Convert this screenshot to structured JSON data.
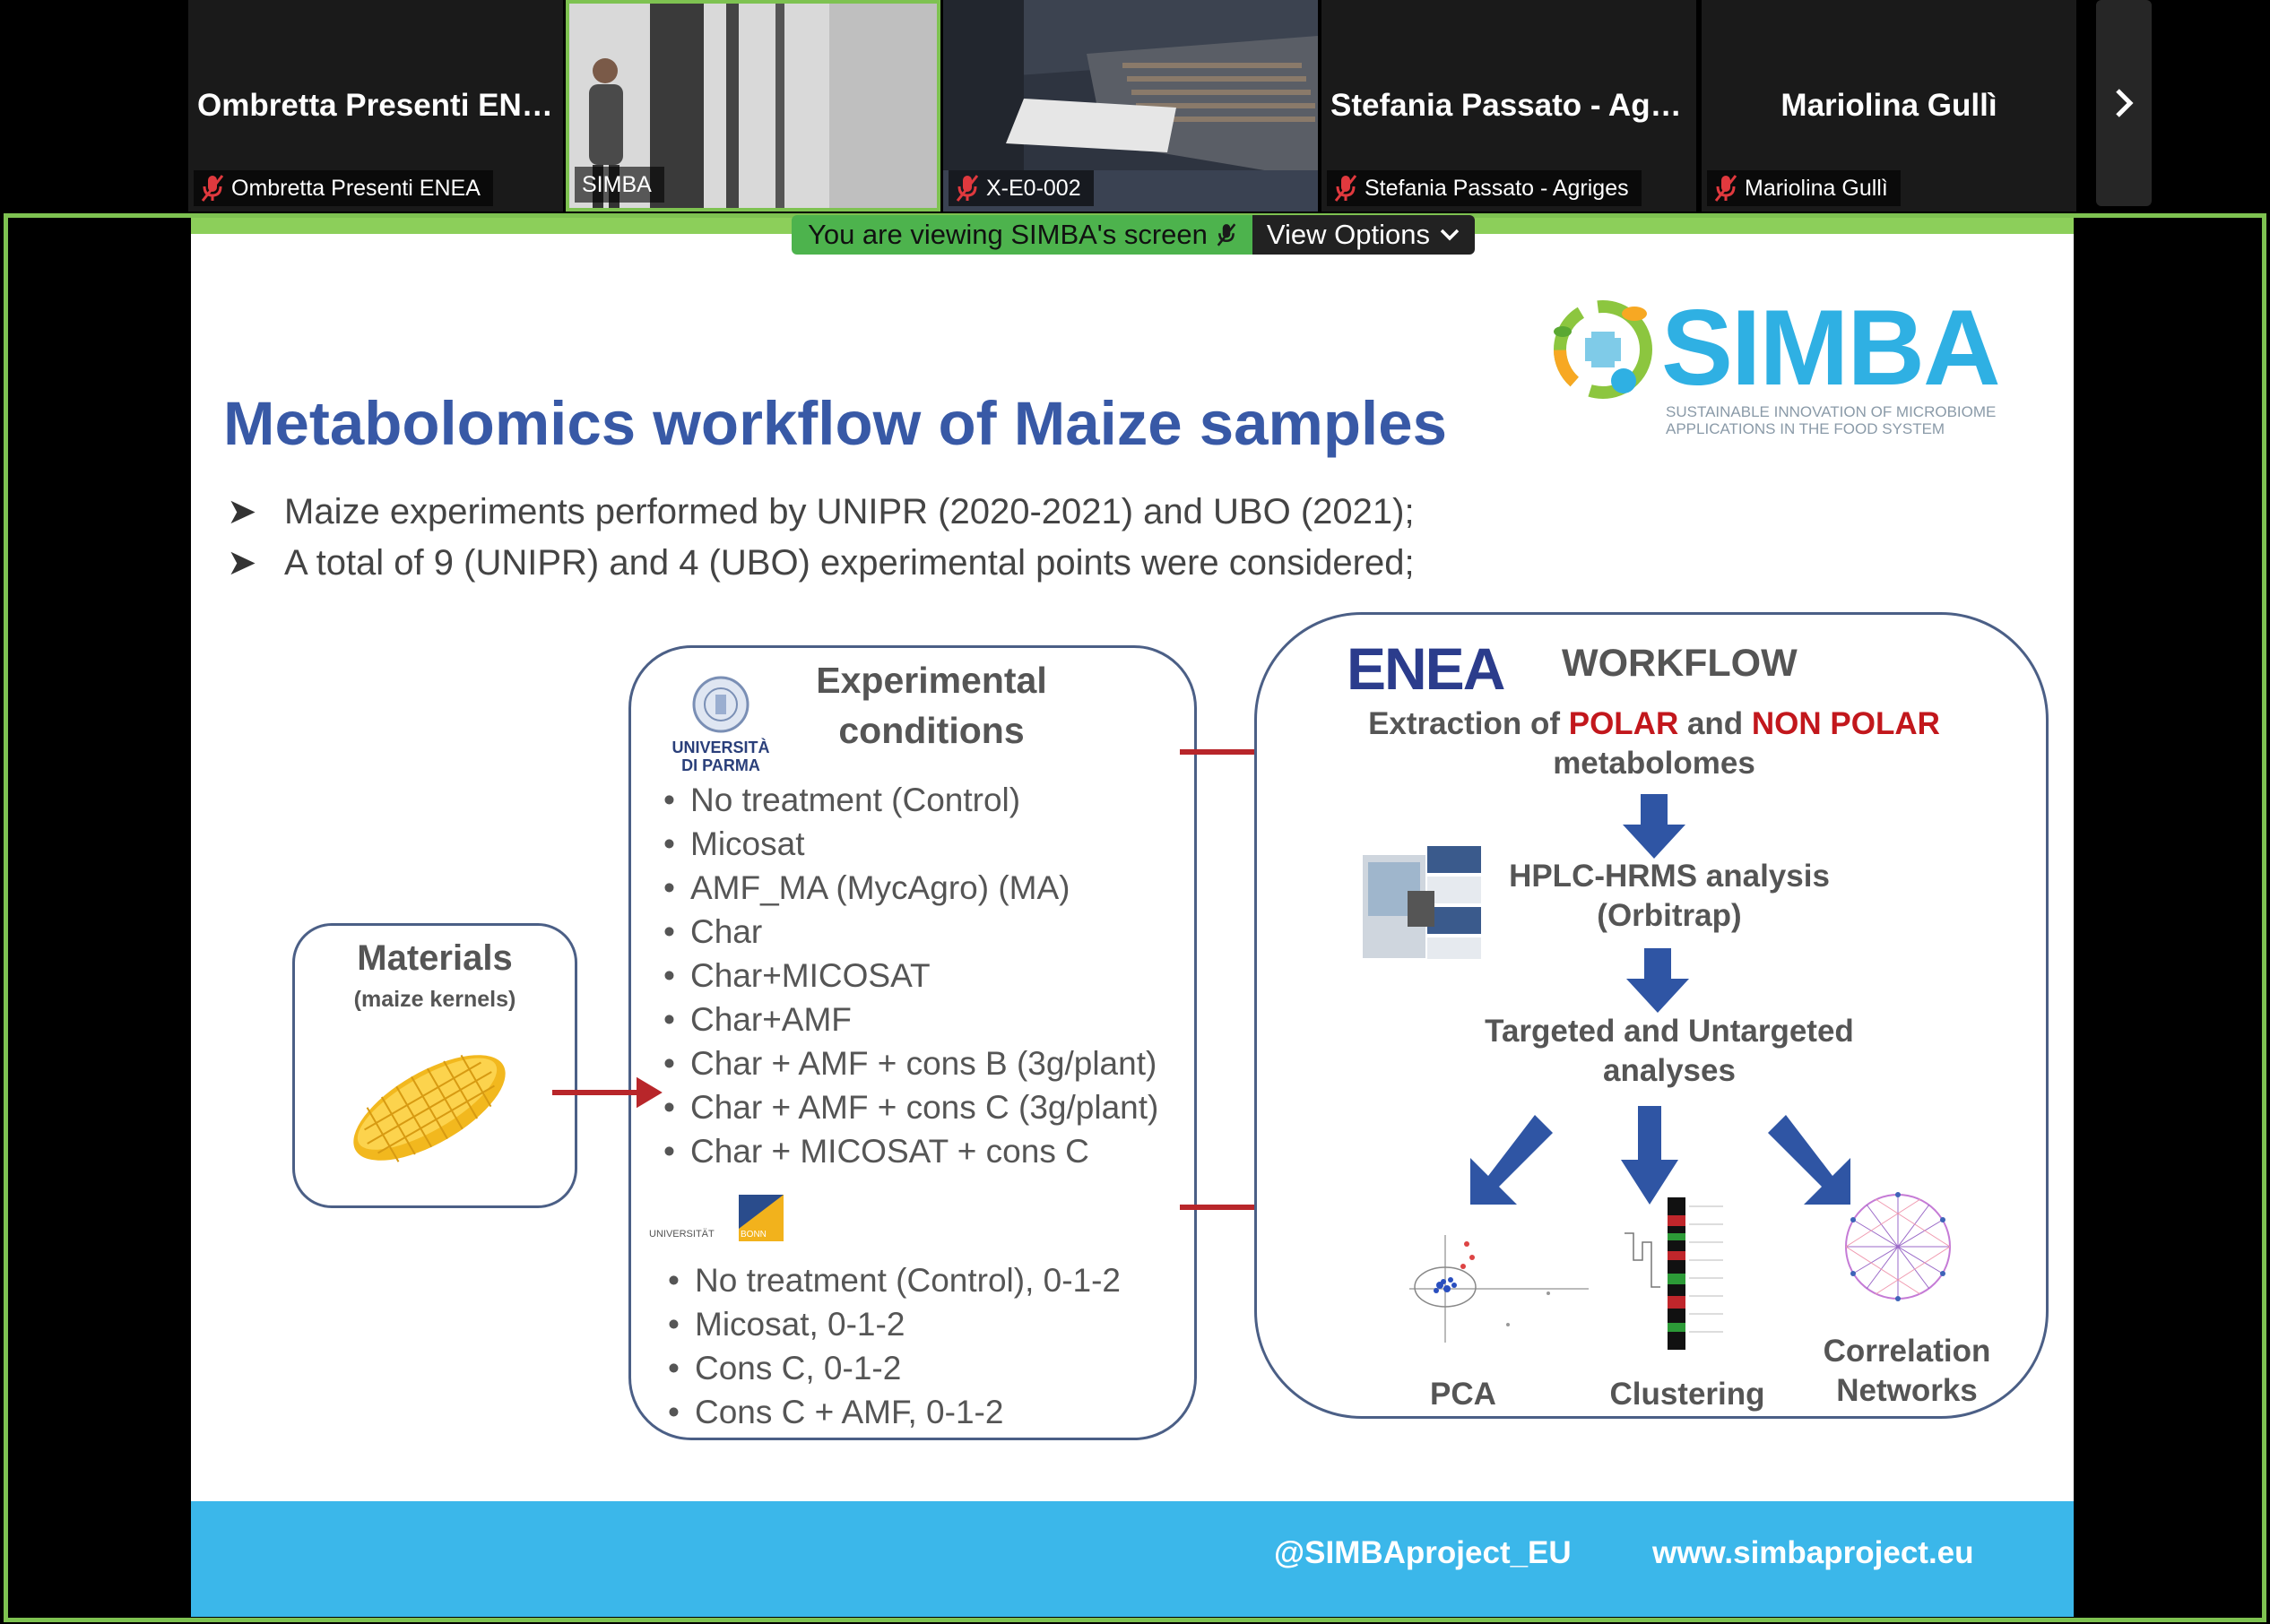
{
  "participants": [
    {
      "big_name": "Ombretta Presenti ENEA",
      "tag": "Ombretta Presenti ENEA",
      "muted": true,
      "video": false
    },
    {
      "big_name": "",
      "tag": "SIMBA",
      "muted": false,
      "video": true
    },
    {
      "big_name": "",
      "tag": "X-E0-002",
      "muted": true,
      "video": true
    },
    {
      "big_name": "Stefania Passato - Agri...",
      "tag": "Stefania Passato - Agriges",
      "muted": true,
      "video": false
    },
    {
      "big_name": "Mariolina Gullì",
      "tag": "Mariolina Gullì",
      "muted": true,
      "video": false
    }
  ],
  "share_banner": {
    "message": "You are viewing SIMBA's screen",
    "options_label": "View Options"
  },
  "slide": {
    "title": "Metabolomics workflow of Maize samples",
    "bullets": [
      "Maize experiments performed by UNIPR (2020-2021) and UBO (2021);",
      "A total of 9 (UNIPR) and 4 (UBO) experimental points were considered;"
    ],
    "logo": {
      "word": "SIMBA",
      "tagline_1": "SUSTAINABLE INNOVATION OF MICROBIOME",
      "tagline_2": "APPLICATIONS IN THE FOOD SYSTEM"
    },
    "materials": {
      "heading": "Materials",
      "sub": "(maize kernels)"
    },
    "conditions": {
      "heading_1": "Experimental",
      "heading_2": "conditions",
      "unipr_logo_1": "UNIVERSITÀ",
      "unipr_logo_2": "DI PARMA",
      "unipr": [
        "No treatment (Control)",
        "Micosat",
        "AMF_MA (MycAgro) (MA)",
        "Char",
        "Char+MICOSAT",
        "Char+AMF",
        "Char + AMF + cons B (3g/plant)",
        "Char + AMF + cons C (3g/plant)",
        "Char + MICOSAT + cons C"
      ],
      "bonn_logo_1": "UNIVERSITÄT",
      "bonn_logo_2": "BONN",
      "ubo": [
        "No treatment (Control), 0-1-2",
        "Micosat, 0-1-2",
        "Cons C, 0-1-2",
        "Cons C + AMF, 0-1-2"
      ]
    },
    "workflow": {
      "enea": "ENEA",
      "title": "WORKFLOW",
      "extraction_1": "Extraction of ",
      "polar": "POLAR",
      "and": " and ",
      "nonpolar": "NON POLAR",
      "extraction_2": "metabolomes",
      "hplc_1": "HPLC-HRMS analysis",
      "hplc_2": "(Orbitrap)",
      "targeted_1": "Targeted and Untargeted",
      "targeted_2": "analyses",
      "pca": "PCA",
      "clustering": "Clustering",
      "corr_1": "Correlation",
      "corr_2": "Networks"
    },
    "footer": {
      "twitter": "@SIMBAproject_EU",
      "web": "www.simbaproject.eu"
    }
  },
  "colors": {
    "accent_green": "#7ec251",
    "title_blue": "#3859a6",
    "simba_blue": "#2fb0e3",
    "arrow_red": "#b8262a",
    "arrow_blue": "#2f55a4",
    "emphasis_red": "#c2171c"
  }
}
